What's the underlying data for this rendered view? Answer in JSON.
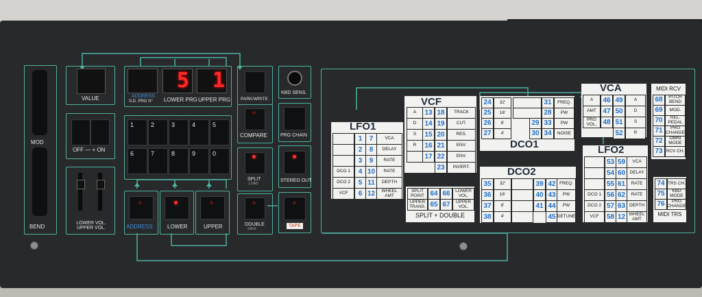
{
  "left": {
    "mod": "MOD",
    "bend": "BEND",
    "value": "VALUE",
    "off_on": "OFF — + ON",
    "lower_vol": "LOWER VOL.",
    "upper_vol": "UPPER VOL."
  },
  "displays": {
    "address": "ADDRESS",
    "sd_prg": "S.D. PRG N°",
    "lower_prg": "LOWER PRG",
    "upper_prg": "UPPER PRG",
    "lower_digit": "5",
    "upper_digit": "1"
  },
  "keys": [
    "1",
    "2",
    "3",
    "4",
    "5",
    "6",
    "7",
    "8",
    "9",
    "0"
  ],
  "buttons": {
    "address": "ADDRESS",
    "lower": "LOWER",
    "upper": "UPPER",
    "park_write": "PARK/WRITE",
    "compare": "COMPARE",
    "split": "SPLIT",
    "split_sub": "LOAD",
    "double": "DOUBLE",
    "double_sub": "SAVE",
    "kbd_sens": "KBD SENS.",
    "prg_chain": "PRG CHAIN",
    "stereo_out": "STEREO OUT",
    "tape": "TAPE"
  },
  "chart": {
    "vcf": "VCF",
    "lfo1": "LFO1",
    "dco1": "DCO1",
    "vca": "VCA",
    "lfo2": "LFO2",
    "dco2": "DCO2",
    "split_double": "SPLIT + DOUBLE",
    "midi_rcv": "MIDI RCV",
    "midi_trs": "MIDI TRS"
  },
  "vcf_rows": [
    [
      "A",
      "13",
      "18",
      "TRACK"
    ],
    [
      "D",
      "14",
      "19",
      "CUT."
    ],
    [
      "S",
      "15",
      "20",
      "RES."
    ],
    [
      "R",
      "16",
      "21",
      "ENV."
    ],
    [
      "",
      "17",
      "22",
      "ENV."
    ],
    [
      "",
      "",
      "23",
      "INVERT."
    ]
  ],
  "lfo1_rows": [
    [
      "",
      "1",
      "7",
      "VCA"
    ],
    [
      "",
      "2",
      "8",
      "DELAY"
    ],
    [
      "",
      "3",
      "9",
      "RATE"
    ],
    [
      "DCO 1",
      "4",
      "10",
      "RATE"
    ],
    [
      "DCO 2",
      "5",
      "11",
      "DEPTH"
    ],
    [
      "VCF",
      "6",
      "12",
      "WHEEL AMT"
    ]
  ],
  "dco1_rows": [
    [
      "24",
      "32'",
      "",
      "31",
      "FREQ."
    ],
    [
      "25",
      "16'",
      "",
      "28",
      "PW"
    ],
    [
      "26",
      "8'",
      "29",
      "33",
      "PW"
    ],
    [
      "27",
      "4'",
      "30",
      "34",
      "NOISE"
    ]
  ],
  "vca_rows": [
    [
      "A",
      "46",
      "49",
      "A"
    ],
    [
      "AMT",
      "47",
      "50",
      "D"
    ],
    [
      "PRG VOL.",
      "48",
      "51",
      "S"
    ],
    [
      "",
      "",
      "52",
      "R"
    ]
  ],
  "lfo2_rows": [
    [
      "",
      "53",
      "59",
      "VCA"
    ],
    [
      "",
      "54",
      "60",
      "DELAY"
    ],
    [
      "",
      "55",
      "61",
      "RATE"
    ],
    [
      "DCO 1",
      "56",
      "62",
      "RATE"
    ],
    [
      "DCO 2",
      "57",
      "63",
      "DEPTH"
    ],
    [
      "VCF",
      "58",
      "12",
      "WHEEL AMT"
    ]
  ],
  "dco2_rows": [
    [
      "35",
      "32'",
      "",
      "39",
      "42",
      "FREQ."
    ],
    [
      "36",
      "16'",
      "",
      "40",
      "43",
      "PW"
    ],
    [
      "37",
      "8'",
      "",
      "41",
      "44",
      "PW"
    ],
    [
      "38",
      "4'",
      "",
      "",
      "45",
      "DETUNE"
    ]
  ],
  "split_rows": [
    [
      "SPLIT POINT",
      "64",
      "66",
      "LOWER VOL."
    ],
    [
      "UPPER TRANS.",
      "65",
      "67",
      "UPPER VOL."
    ]
  ],
  "midi_rcv_rows": [
    [
      "68",
      "PITCH BEND"
    ],
    [
      "69",
      "MOD."
    ],
    [
      "70",
      "REL. PEDAL"
    ],
    [
      "71",
      "PRG CHANGE"
    ],
    [
      "72",
      "OMNI MODE"
    ],
    [
      "73",
      "RCV CH."
    ]
  ],
  "midi_trs_rows": [
    [
      "74",
      "TRS CH."
    ],
    [
      "75",
      "KBD MODE"
    ],
    [
      "76",
      "PRG CHANGE"
    ]
  ],
  "colors": {
    "panel": "#27292a",
    "cyan": "#4fb3a3",
    "led": "#ff3030",
    "number": "#1e6fc8"
  }
}
